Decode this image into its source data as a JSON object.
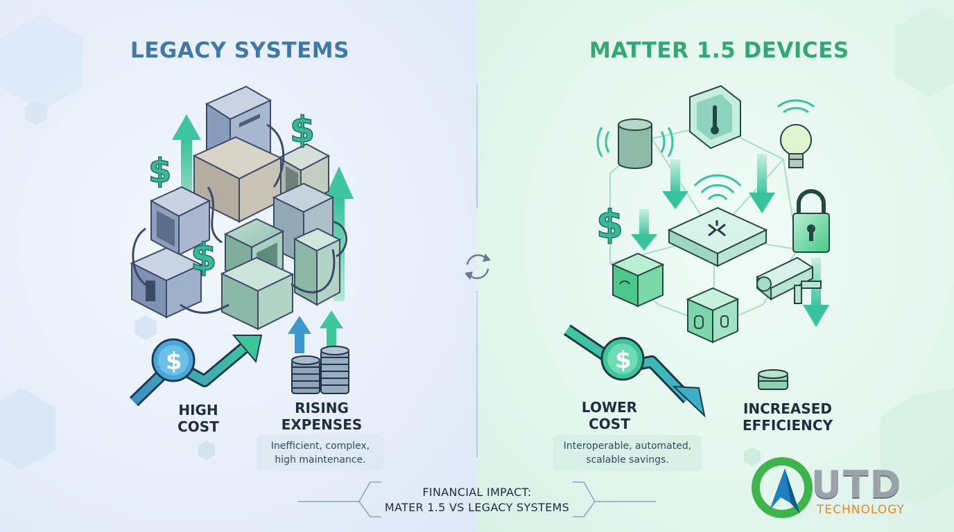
{
  "left": {
    "heading": "LEGACY SYSTEMS",
    "stat1": "HIGH\nCOST",
    "stat2": "RISING\nEXPENSES",
    "note": "Inefficient, complex,\nhigh maintenance."
  },
  "right": {
    "heading": "MATTER 1.5 DEVICES",
    "stat1": "LOWER\nCOST",
    "stat2": "INCREASED\nEFFICIENCY",
    "note": "Interoperable, automated,\nscalable savings."
  },
  "footer": {
    "line1": "FINANCIAL IMPACT:",
    "line2": "MATER 1.5 VS LEGACY SYSTEMS"
  },
  "logo": {
    "letters": "UTD",
    "sub": "TECHNOLOGY"
  },
  "icons": {
    "dollar": "$",
    "sync": "sync-icon"
  },
  "colors": {
    "legacy_accent": "#3f79a8",
    "matter_accent": "#33a874",
    "logo_orange": "#e38a2a",
    "logo_green": "#3db54a"
  }
}
